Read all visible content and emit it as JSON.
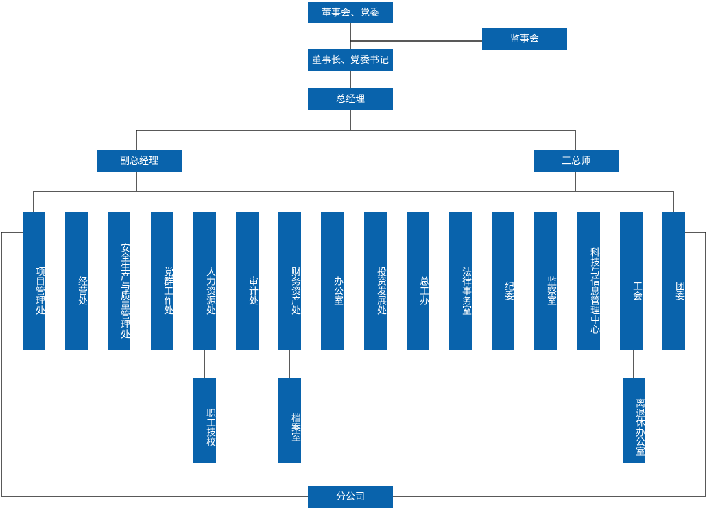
{
  "top": {
    "board": "董事会、党委",
    "supervisory": "监事会",
    "chairman": "董事长、党委书记",
    "gm": "总经理",
    "deputy_gm": "副总经理",
    "three_chiefs": "三总师",
    "branch": "分公司"
  },
  "departments": [
    "项目管理处",
    "经营处",
    "安全生产与质量管理处",
    "党群工作处",
    "人力资源处",
    "审计处",
    "财务资产处",
    "办公室",
    "投资发展处",
    "总工办",
    "法律事务室",
    "纪委",
    "监察室",
    "科技与信息管理中心",
    "工会",
    "团委"
  ],
  "sub_units": {
    "hr": "职工技校",
    "finance": "档案室",
    "union": "离退休办公室"
  },
  "colors": {
    "node": "#0963ac",
    "line": "#222222",
    "text": "#ffffff"
  }
}
